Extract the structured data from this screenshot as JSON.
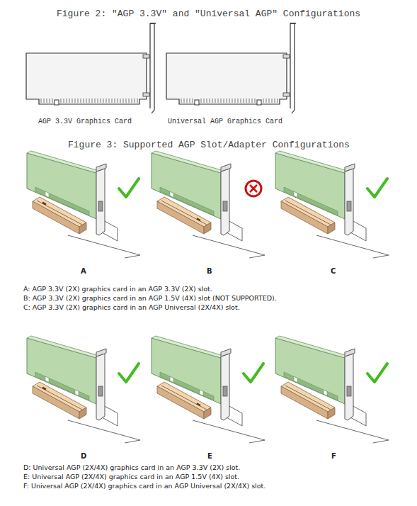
{
  "diagram": {
    "labels": [
      "Figure 2: \"AGP 3.3V\" and \"Universal AGP\" Configurations",
      "AGP 3.3V Graphics Card",
      "Universal AGP Graphics Card",
      "Figure 3: Supported AGP Slot/Adapter Configurations",
      "A",
      "B",
      "C",
      "A: AGP 3.3V (2X) graphics card in an AGP 3.3V (2X) slot.",
      "B: AGP 3.3V (2X) graphics card in an AGP 1.5V (4X) slot (NOT SUPPORTED).",
      "C: AGP 3.3V (2X) graphics card in an AGP Universal (2X/4X) slot.",
      "D",
      "E",
      "F",
      "D: Universal AGP (2X/4X) graphics card in an AGP 3.3V (2X) slot.",
      "E: Universal AGP (2X/4X) graphics card in an AGP 1.5V (4X) slot.",
      "F: Universal AGP (2X/4X) graphics card in an AGP Universal (2X/4X) slot."
    ]
  }
}
